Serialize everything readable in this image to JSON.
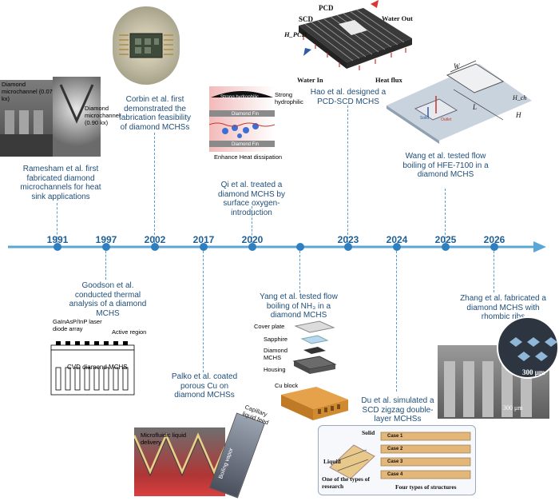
{
  "timeline": {
    "years": [
      "1991",
      "1997",
      "2002",
      "2017",
      "2020",
      "2023",
      "2024",
      "2025",
      "2026"
    ]
  },
  "captions": {
    "c1991": "Ramesham et al. first fabricated diamond microchannels for heat sink applications",
    "c1997": "Goodson et al. conducted thermal analysis of a diamond MCHS",
    "c2002": "Corbin et al. first demonstrated the fabrication feasibility of diamond MCHSs",
    "c2017": "Palko et al. coated porous Cu on diamond MCHSs",
    "c2020": "Qi et al. treated a diamond MCHS by surface oxygen-introduction",
    "c2020b": "Yang et al. tested flow boiling of NH₃ in a diamond MCHS",
    "c2023": "Hao et al. designed a PCD-SCD MCHS",
    "c2024": "Du et al. simulated a SCD zigzag double-layer MCHSs",
    "c2025": "Wang et al. tested flow boiling of HFE-7100 in a diamond MCHS",
    "c2026": "Zhang et al. fabricated a diamond MCHS with rhombic ribs"
  },
  "labels": {
    "ramesham": {
      "a": "Diamond microchannel (0.072 kx)",
      "b": "Diamond microchannel (0.90 kx)"
    },
    "goodson": {
      "laser": "GaInAsP/InP laser diode array",
      "active": "Active region",
      "cvd": "CVD diamond MCHS"
    },
    "qi": {
      "strong1": "Strong hydrophilic",
      "strong2": "Strong hydrophilic",
      "fin1": "Diamond Fin",
      "fin2": "Diamond Fin",
      "enhance": "Enhance Heat dissipation"
    },
    "hao": {
      "pcd": "PCD",
      "scd": "SCD",
      "hpcd": "H_PCD",
      "water_out": "Water Out",
      "water_in": "Water In",
      "heat_flux": "Heat flux"
    },
    "wang": {
      "w": "W",
      "l": "L",
      "hch": "H_ch",
      "h": "H",
      "solid": "Solid",
      "outlet": "Outlet"
    },
    "yang": {
      "cover": "Cover plate",
      "sapphire": "Sapphire",
      "diamond": "Diamond MCHS",
      "housing": "Housing",
      "cu": "Cu block"
    },
    "palko": {
      "micro": "Microfluidic liquid delivery",
      "cap": "Capillary liquid feed",
      "vapor": "Boiling vapor"
    },
    "du": {
      "solid": "Solid",
      "liquid": "Liquid",
      "one": "One of the types of research",
      "four": "Four types of structures",
      "cases": [
        "Case 1",
        "Case 2",
        "Case 3",
        "Case 4"
      ]
    },
    "zhang": {
      "s1": "300 μm",
      "s2": "300 μm"
    }
  },
  "colors": {
    "axis": "#5aa6d6",
    "year": "#1f5f94",
    "caption": "#1f4e79"
  }
}
